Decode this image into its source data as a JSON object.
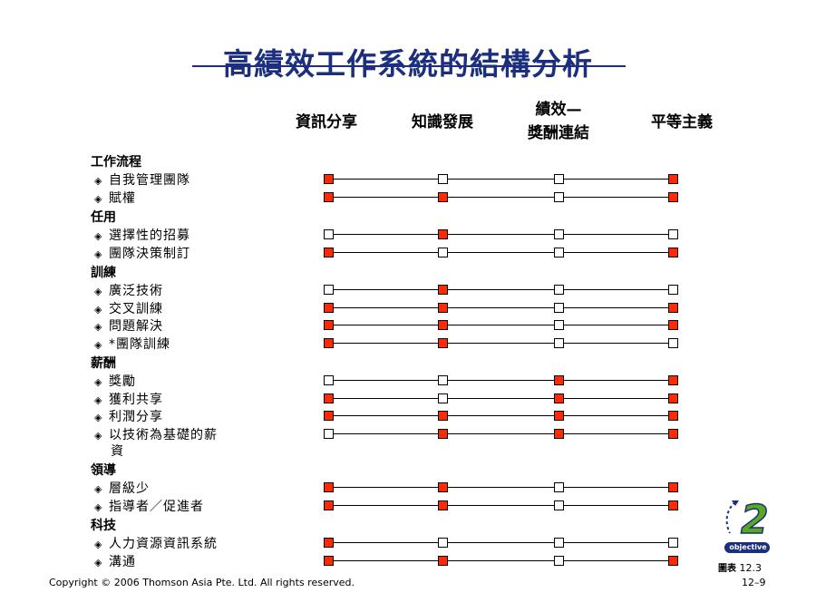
{
  "title": "高績效工作系統的結構分析",
  "columns": [
    "資訊分享",
    "知識發展",
    "績效—\n獎酬連結",
    "平等主義"
  ],
  "groups": [
    {
      "title": "工作流程",
      "items": [
        {
          "label": "自我管理團隊",
          "marks": [
            1,
            0,
            0,
            1
          ]
        },
        {
          "label": "賦權",
          "marks": [
            1,
            1,
            0,
            1
          ]
        }
      ]
    },
    {
      "title": "任用",
      "items": [
        {
          "label": "選擇性的招募",
          "marks": [
            0,
            1,
            0,
            0
          ]
        },
        {
          "label": "團隊決策制訂",
          "marks": [
            1,
            0,
            0,
            1
          ]
        }
      ]
    },
    {
      "title": "訓練",
      "items": [
        {
          "label": "廣泛技術",
          "marks": [
            0,
            1,
            0,
            0
          ]
        },
        {
          "label": "交叉訓練",
          "marks": [
            1,
            1,
            0,
            1
          ]
        },
        {
          "label": "問題解決",
          "marks": [
            1,
            1,
            0,
            1
          ]
        },
        {
          "label": "*團隊訓練",
          "marks": [
            1,
            1,
            0,
            0
          ]
        }
      ]
    },
    {
      "title": "薪酬",
      "items": [
        {
          "label": "獎勵",
          "marks": [
            0,
            0,
            1,
            1
          ]
        },
        {
          "label": "獲利共享",
          "marks": [
            1,
            0,
            1,
            1
          ]
        },
        {
          "label": "利潤分享",
          "marks": [
            1,
            1,
            1,
            1
          ]
        },
        {
          "label": "以技術為基礎的薪",
          "label_cont": "資",
          "marks": [
            0,
            1,
            1,
            1
          ]
        }
      ]
    },
    {
      "title": "領導",
      "items": [
        {
          "label": "層級少",
          "marks": [
            1,
            1,
            0,
            1
          ]
        },
        {
          "label": "指導者／促進者",
          "marks": [
            1,
            1,
            0,
            1
          ]
        }
      ]
    },
    {
      "title": "科技",
      "items": [
        {
          "label": "人力資源資訊系統",
          "marks": [
            1,
            0,
            0,
            0
          ]
        },
        {
          "label": "溝通",
          "marks": [
            1,
            1,
            0,
            1
          ]
        }
      ]
    }
  ],
  "bullet": "◈",
  "badge": {
    "number": "2",
    "text": "objective"
  },
  "figure": {
    "prefix": "圖表",
    "number": "12.3"
  },
  "copyright": "Copyright © 2006 Thomson Asia Pte. Ltd. All rights reserved.",
  "page_number": "12–9",
  "colors": {
    "title": "#1b2f7e",
    "marker_on": "#ff2a00",
    "badge_green": "#5aa820",
    "badge_blue": "#1b2f7e"
  }
}
